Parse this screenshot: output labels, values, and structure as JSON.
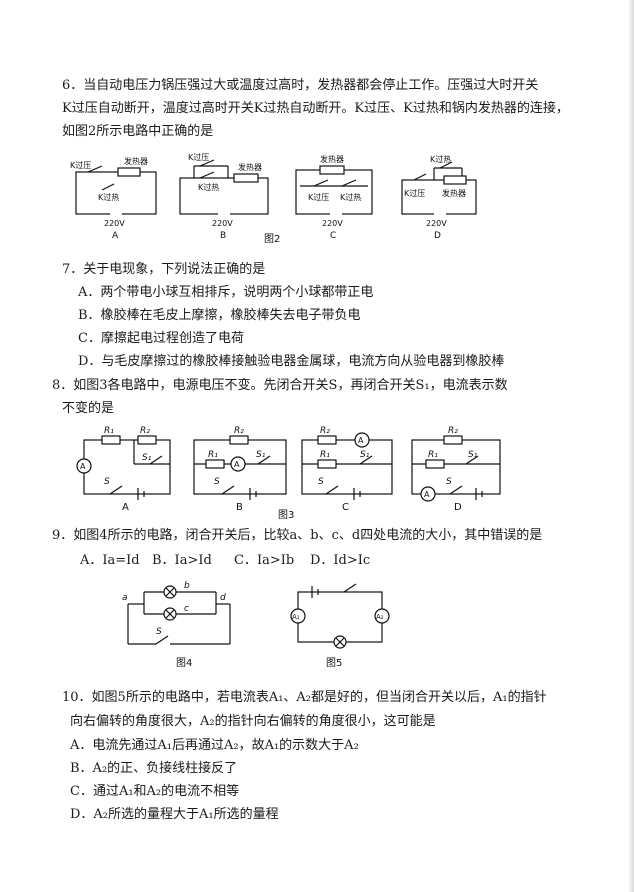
{
  "q6": {
    "line1": "6．当自动电压力锅压强过大或温度过高时，发热器都会停止工作。压强过大时开关",
    "line2": "K过压自动断开，温度过高时开关K过热自动断开。K过压、K过热和锅内发热器的连接，",
    "line3": "如图2所示电路中正确的是",
    "figure_caption": "图2",
    "labels": {
      "k_over_pressure": "K过压",
      "k_over_heat": "K过热",
      "heater": "发热器",
      "voltage": "220V",
      "A": "A",
      "B": "B",
      "C": "C",
      "D": "D"
    }
  },
  "q7": {
    "stem": "7．关于电现象，下列说法正确的是",
    "options": [
      "A．两个带电小球互相排斥，说明两个小球都带正电",
      "B．橡胶棒在毛皮上摩擦，橡胶棒失去电子带负电",
      "C．摩擦起电过程创造了电荷",
      "D．与毛皮摩擦过的橡胶棒接触验电器金属球，电流方向从验电器到橡胶棒"
    ]
  },
  "q8": {
    "line1": "8．如图3各电路中，电源电压不变。先闭合开关S，再闭合开关S₁，电流表示数",
    "line2": "不变的是",
    "figure_caption": "图3",
    "labels": {
      "R1": "R₁",
      "R2": "R₂",
      "S": "S",
      "S1": "S₁",
      "ammeter": "A",
      "A": "A",
      "B": "B",
      "C": "C",
      "D": "D"
    }
  },
  "q9": {
    "stem": "9．如图4所示的电路，闭合开关后，比较a、b、c、d四处电流的大小，其中错误的是",
    "options": [
      "A．Ia=Id",
      "B．Ia>Id",
      "C．Ia>Ib",
      "D．Id>Ic"
    ],
    "fig4_caption": "图4",
    "fig5_caption": "图5",
    "labels": {
      "a": "a",
      "b": "b",
      "c": "c",
      "d": "d",
      "S": "S",
      "A1": "A₁",
      "A2": "A₂"
    }
  },
  "q10": {
    "line1": "10．如图5所示的电路中，若电流表A₁、A₂都是好的，但当闭合开关以后，A₁的指针",
    "line2": "向右偏转的角度很大，A₂的指针向右偏转的角度很小，这可能是",
    "options": [
      "A．电流先通过A₁后再通过A₂，故A₁的示数大于A₂",
      "B．A₂的正、负接线柱接反了",
      "C．通过A₁和A₂的电流不相等",
      "D．A₂所选的量程大于A₁所选的量程"
    ]
  }
}
